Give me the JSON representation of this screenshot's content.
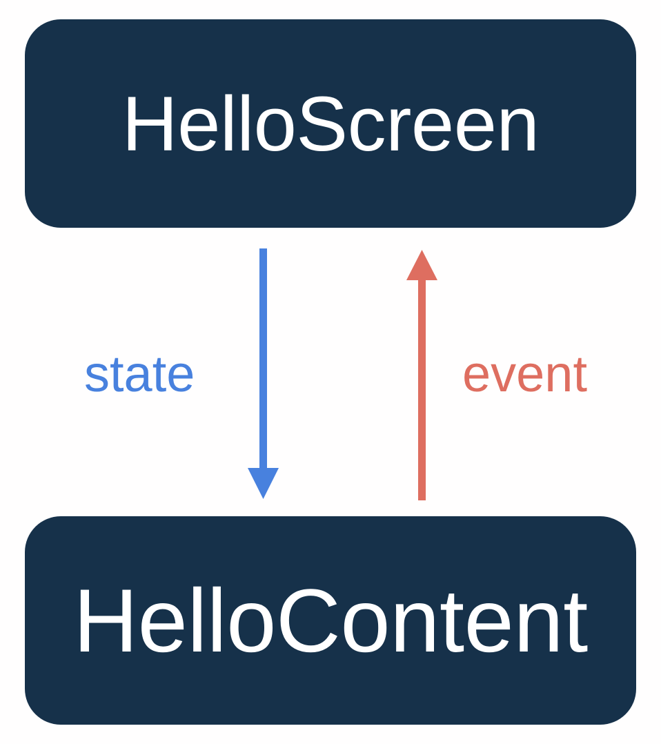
{
  "diagram": {
    "title": "HelloScreen / HelloContent state-event flow",
    "background_color": "#fffefe",
    "node_fill_color": "#16314a",
    "node_text_color": "#ffffff",
    "nodes": [
      {
        "id": "hello-screen",
        "label": "HelloScreen",
        "role": "screen-composable"
      },
      {
        "id": "hello-content",
        "label": "HelloContent",
        "role": "content-composable"
      }
    ],
    "edges": [
      {
        "id": "state",
        "label": "state",
        "color": "#4881de",
        "direction": "down",
        "from": "hello-screen",
        "to": "hello-content"
      },
      {
        "id": "event",
        "label": "event",
        "color": "#de6e60",
        "direction": "up",
        "from": "hello-content",
        "to": "hello-screen"
      }
    ]
  }
}
